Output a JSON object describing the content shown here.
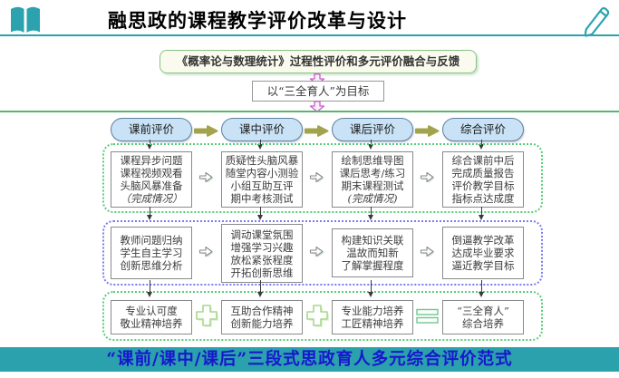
{
  "title": "融思政的课程教学评价改革与设计",
  "subtitle_box": "《概率论与数理统计》过程性评价和多元评价融合与反馈",
  "goal_box": "以“三全育人”为目标",
  "stages": [
    {
      "label": "课前评价"
    },
    {
      "label": "课中评价"
    },
    {
      "label": "课后评价"
    },
    {
      "label": "综合评价"
    }
  ],
  "rows": [
    {
      "boxes": [
        {
          "lines": [
            "课程异步问题",
            "课程视频观看",
            "头脑风暴准备",
            "（完成情况）"
          ]
        },
        {
          "lines": [
            "质疑性头脑风暴",
            "随堂内容小测验",
            "小组互助互评",
            "期中考核测试"
          ]
        },
        {
          "lines": [
            "绘制思维导图",
            "课后思考/练习",
            "期末课程测试",
            "(完成情况)"
          ]
        },
        {
          "lines": [
            "综合课前中后",
            "完成质量报告",
            "评价教学目标",
            "指标点达成度"
          ]
        }
      ]
    },
    {
      "boxes": [
        {
          "lines": [
            "教师问题归纳",
            "学生自主学习",
            "创新思维分析"
          ]
        },
        {
          "lines": [
            "调动课堂氛围",
            "增强学习兴趣",
            "放松紧张程度",
            "开拓创新思维"
          ]
        },
        {
          "lines": [
            "构建知识关联",
            "温故而知新",
            "了解掌握程度"
          ]
        },
        {
          "lines": [
            "倒逼教学改革",
            "达成毕业要求",
            "逼近教学目标"
          ]
        }
      ]
    },
    {
      "boxes": [
        {
          "lines": [
            "专业认可度",
            "敬业精神培养"
          ]
        },
        {
          "lines": [
            "互助合作精神",
            "创新能力培养"
          ]
        },
        {
          "lines": [
            "专业能力培养",
            "工匠精神培养"
          ]
        },
        {
          "lines": [
            "“三全育人”",
            "综合培养"
          ]
        }
      ]
    }
  ],
  "banner": "“课前/课中/课后”三段式思政育人多元综合评价范式",
  "icons": {
    "left": "open-book-icon",
    "right": "pencil-icon"
  },
  "colors": {
    "teal": "#2BA2AD",
    "banner_text": "#1717CE",
    "green_dashed": "#55CC77",
    "blue_dashed": "#7B7BF0",
    "pill_fill": "#C9E2F6",
    "pill_border": "#5E81A0",
    "olive_arrow": "#A3A34E",
    "magenta_arrow": "#C95FC9",
    "box_border": "#8A8A8A",
    "green_rule": "#58B56C"
  }
}
